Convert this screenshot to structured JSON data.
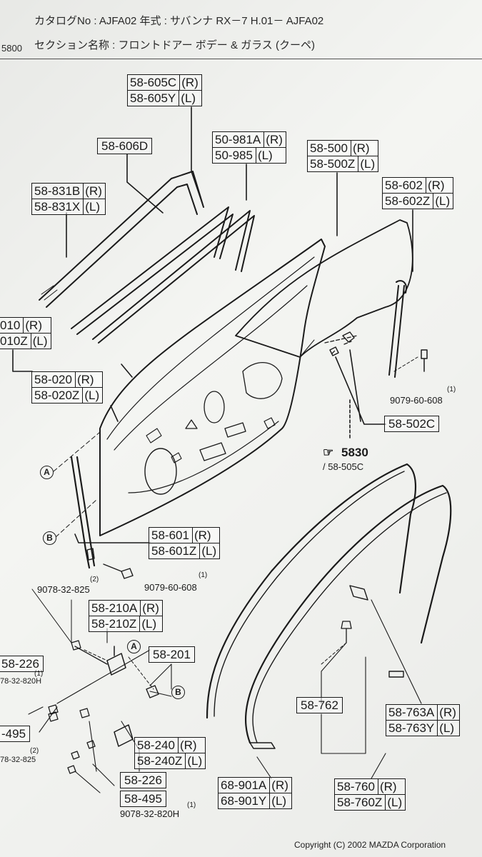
{
  "header": {
    "line1": "カタログNo : AJFA02   年式 : サバンナ RX－7 H.01－ AJFA02",
    "section_no": "5800",
    "line2": "セクション名称 : フロントドアー ボデー & ガラス (クーペ)"
  },
  "parts": {
    "p605": {
      "r": "58-605C",
      "l": "58-605Y",
      "rs": "(R)",
      "ls": "(L)"
    },
    "p606": {
      "code": "58-606D"
    },
    "p981": {
      "r": "50-981A",
      "l": "50-985",
      "rs": "(R)",
      "ls": "(L)"
    },
    "p500": {
      "r": "58-500",
      "l": "58-500Z",
      "rs": "(R)",
      "ls": "(L)"
    },
    "p602": {
      "r": "58-602",
      "l": "58-602Z",
      "rs": "(R)",
      "ls": "(L)"
    },
    "p831": {
      "r": "58-831B",
      "l": "58-831X",
      "rs": "(R)",
      "ls": "(L)"
    },
    "p010": {
      "r": "010",
      "l": "010Z",
      "rs": "(R)",
      "ls": "(L)"
    },
    "p020": {
      "r": "58-020",
      "l": "58-020Z",
      "rs": "(R)",
      "ls": "(L)"
    },
    "p502": {
      "code": "58-502C"
    },
    "p601": {
      "r": "58-601",
      "l": "58-601Z",
      "rs": "(R)",
      "ls": "(L)"
    },
    "p210": {
      "r": "58-210A",
      "l": "58-210Z",
      "rs": "(R)",
      "ls": "(L)"
    },
    "p201": {
      "code": "58-201"
    },
    "p226a": {
      "code": "58-226"
    },
    "p495a": {
      "code": "-495"
    },
    "p240": {
      "r": "58-240",
      "l": "58-240Z",
      "rs": "(R)",
      "ls": "(L)"
    },
    "p226b": {
      "code": "58-226"
    },
    "p495b": {
      "code": "58-495"
    },
    "p762": {
      "code": "58-762"
    },
    "p763": {
      "r": "58-763A",
      "l": "58-763Y",
      "rs": "(R)",
      "ls": "(L)"
    },
    "p901": {
      "r": "68-901A",
      "l": "68-901Y",
      "rs": "(R)",
      "ls": "(L)"
    },
    "p760": {
      "r": "58-760",
      "l": "58-760Z",
      "rs": "(R)",
      "ls": "(L)"
    }
  },
  "fasteners": {
    "f1": {
      "code": "9079-60-608",
      "qty": "(1)"
    },
    "f2": {
      "code": "9078-32-825",
      "qty": "(2)"
    },
    "f3": {
      "code": "9079-60-608",
      "qty": "(1)"
    },
    "f4": {
      "code": "78-32-820H",
      "qty": "(1)"
    },
    "f5": {
      "code": "78-32-825",
      "qty": "(2)"
    },
    "f6": {
      "code": "9078-32-820H",
      "qty": "(1)"
    }
  },
  "refs": {
    "a": "A",
    "b": "B"
  },
  "section_ref": {
    "arrow": "☞",
    "code": "5830",
    "sub": "/ 58-505C"
  },
  "copyright": "Copyright (C) 2002 MAZDA Corporation"
}
